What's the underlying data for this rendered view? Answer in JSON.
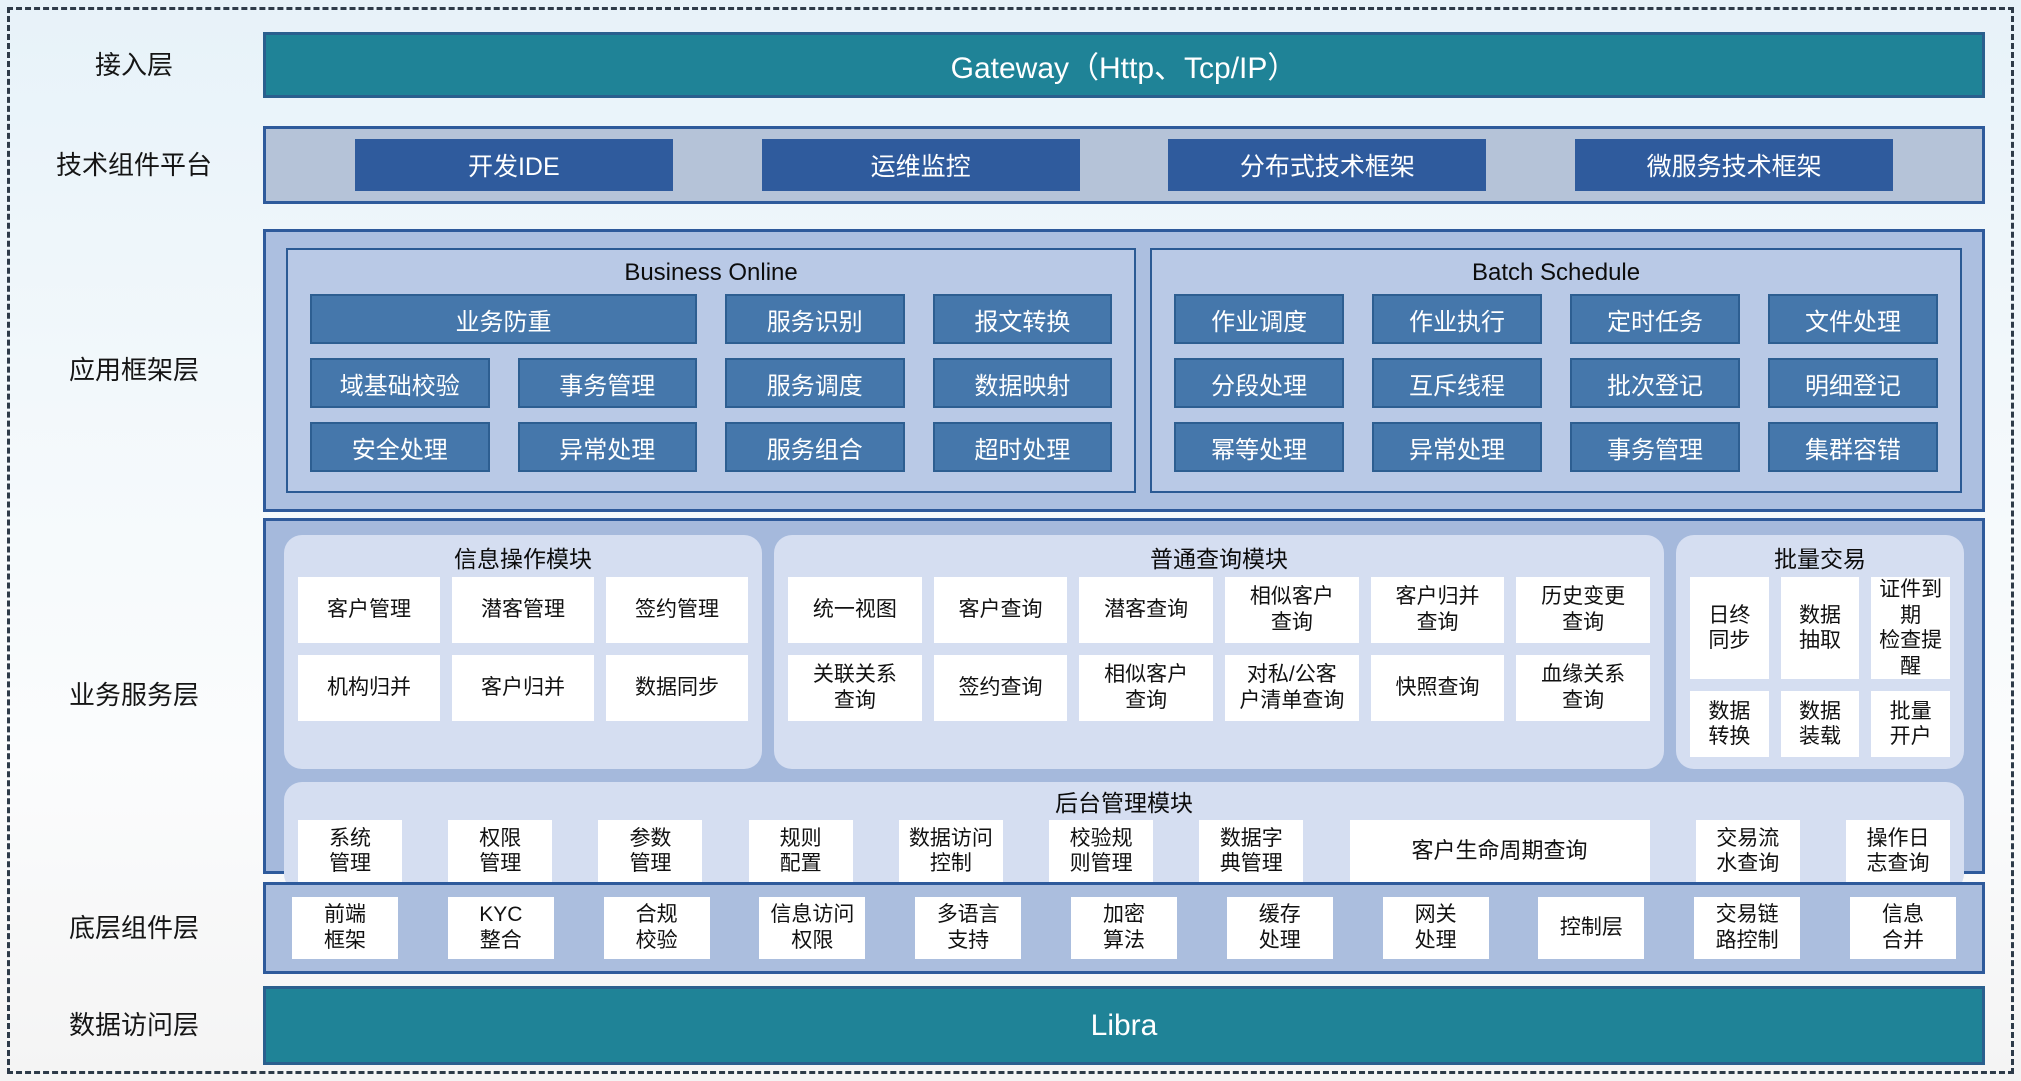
{
  "colors": {
    "teal_bar": "#1f8397",
    "dark_blue_button": "#2f5b9d",
    "steel_blue_button": "#4577ab",
    "container_border": "#2e5a9b",
    "module_bg": "#d5def1"
  },
  "side_labels": {
    "access": "接入层",
    "tech": "技术组件平台",
    "app": "应用框架层",
    "service": "业务服务层",
    "base": "底层组件层",
    "data": "数据访问层"
  },
  "access": {
    "gateway": "Gateway（Http、Tcp/IP）"
  },
  "tech": {
    "buttons": [
      "开发IDE",
      "运维监控",
      "分布式技术框架",
      "微服务技术框架"
    ]
  },
  "app": {
    "business_online": {
      "title": "Business Online",
      "buttons": [
        "业务防重",
        "服务识别",
        "报文转换",
        "域基础校验",
        "事务管理",
        "服务调度",
        "数据映射",
        "安全处理",
        "异常处理",
        "服务组合",
        "超时处理"
      ]
    },
    "batch_schedule": {
      "title": "Batch Schedule",
      "buttons": [
        "作业调度",
        "作业执行",
        "定时任务",
        "文件处理",
        "分段处理",
        "互斥线程",
        "批次登记",
        "明细登记",
        "幂等处理",
        "异常处理",
        "事务管理",
        "集群容错"
      ]
    }
  },
  "service": {
    "info_ops": {
      "title": "信息操作模块",
      "buttons": [
        "客户管理",
        "潜客管理",
        "签约管理",
        "机构归并",
        "客户归并",
        "数据同步"
      ]
    },
    "common_query": {
      "title": "普通查询模块",
      "buttons": [
        "统一视图",
        "客户查询",
        "潜客查询",
        "相似客户\n查询",
        "客户归并\n查询",
        "历史变更\n查询",
        "关联关系\n查询",
        "签约查询",
        "相似客户\n查询",
        "对私/公客\n户清单查询",
        "快照查询",
        "血缘关系\n查询"
      ]
    },
    "batch_trade": {
      "title": "批量交易",
      "buttons": [
        "日终\n同步",
        "数据\n抽取",
        "证件到期\n检查提醒",
        "数据\n转换",
        "数据\n装载",
        "批量\n开户"
      ]
    },
    "admin": {
      "title": "后台管理模块",
      "buttons": [
        "系统\n管理",
        "权限\n管理",
        "参数\n管理",
        "规则\n配置",
        "数据访问\n控制",
        "校验规\n则管理",
        "数据字\n典管理",
        "客户生命周期查询",
        "交易流\n水查询",
        "操作日\n志查询"
      ]
    }
  },
  "base": {
    "buttons": [
      "前端\n框架",
      "KYC\n整合",
      "合规\n校验",
      "信息访问\n权限",
      "多语言\n支持",
      "加密\n算法",
      "缓存\n处理",
      "网关\n处理",
      "控制层",
      "交易链\n路控制",
      "信息\n合并"
    ]
  },
  "data_access": {
    "bar": "Libra"
  }
}
